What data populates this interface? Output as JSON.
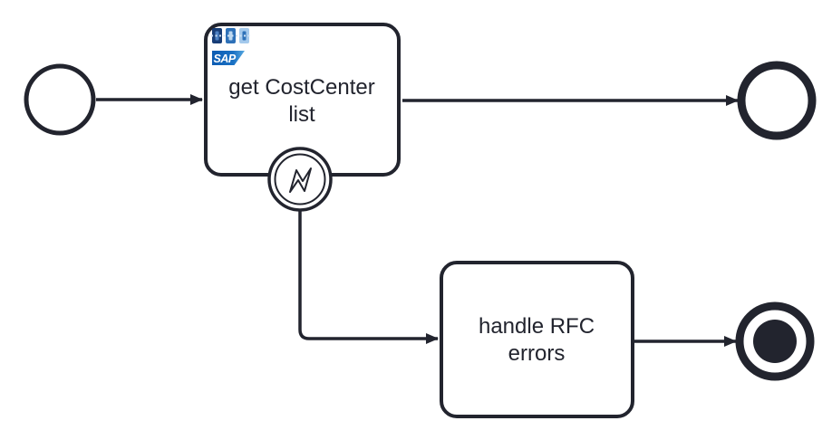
{
  "diagram": {
    "type": "bpmn-process",
    "tasks": [
      {
        "name": "task-get-costcenter-list",
        "label_line1": "get CostCenter",
        "label_line2": "list",
        "icon": "sap-connector-icon"
      },
      {
        "name": "task-handle-rfc-errors",
        "label_line1": "handle RFC",
        "label_line2": "errors"
      }
    ],
    "events": [
      {
        "name": "start-event",
        "kind": "start"
      },
      {
        "name": "boundary-error-event",
        "kind": "error-boundary",
        "icon": "error-lightning-icon"
      },
      {
        "name": "end-event",
        "kind": "end"
      },
      {
        "name": "terminate-end-event",
        "kind": "terminate"
      }
    ],
    "flows": [
      {
        "name": "flow-start-to-task1",
        "from": "start-event",
        "to": "task-get-costcenter-list"
      },
      {
        "name": "flow-task1-to-end",
        "from": "task-get-costcenter-list",
        "to": "end-event"
      },
      {
        "name": "flow-error-to-task2",
        "from": "boundary-error-event",
        "to": "task-handle-rfc-errors"
      },
      {
        "name": "flow-task2-to-terminate",
        "from": "task-handle-rfc-errors",
        "to": "terminate-end-event"
      }
    ],
    "sap_icon": {
      "logo_text": "SAP"
    },
    "colors": {
      "stroke": "#22242e",
      "background": "#ffffff",
      "sap_flag_blue": "#0d5cb2",
      "sap_flag_blue_light": "#58a9e0",
      "plug_dark": "#173d77",
      "plug_dark_stripe": "#4d82c4",
      "plug_medium": "#2e71b8",
      "plug_medium_stripe": "#bcd8f0",
      "plug_light": "#a4c9ec",
      "plug_light_stripe": "#2e71b8",
      "dotted_line": "#cfe2f4"
    }
  }
}
